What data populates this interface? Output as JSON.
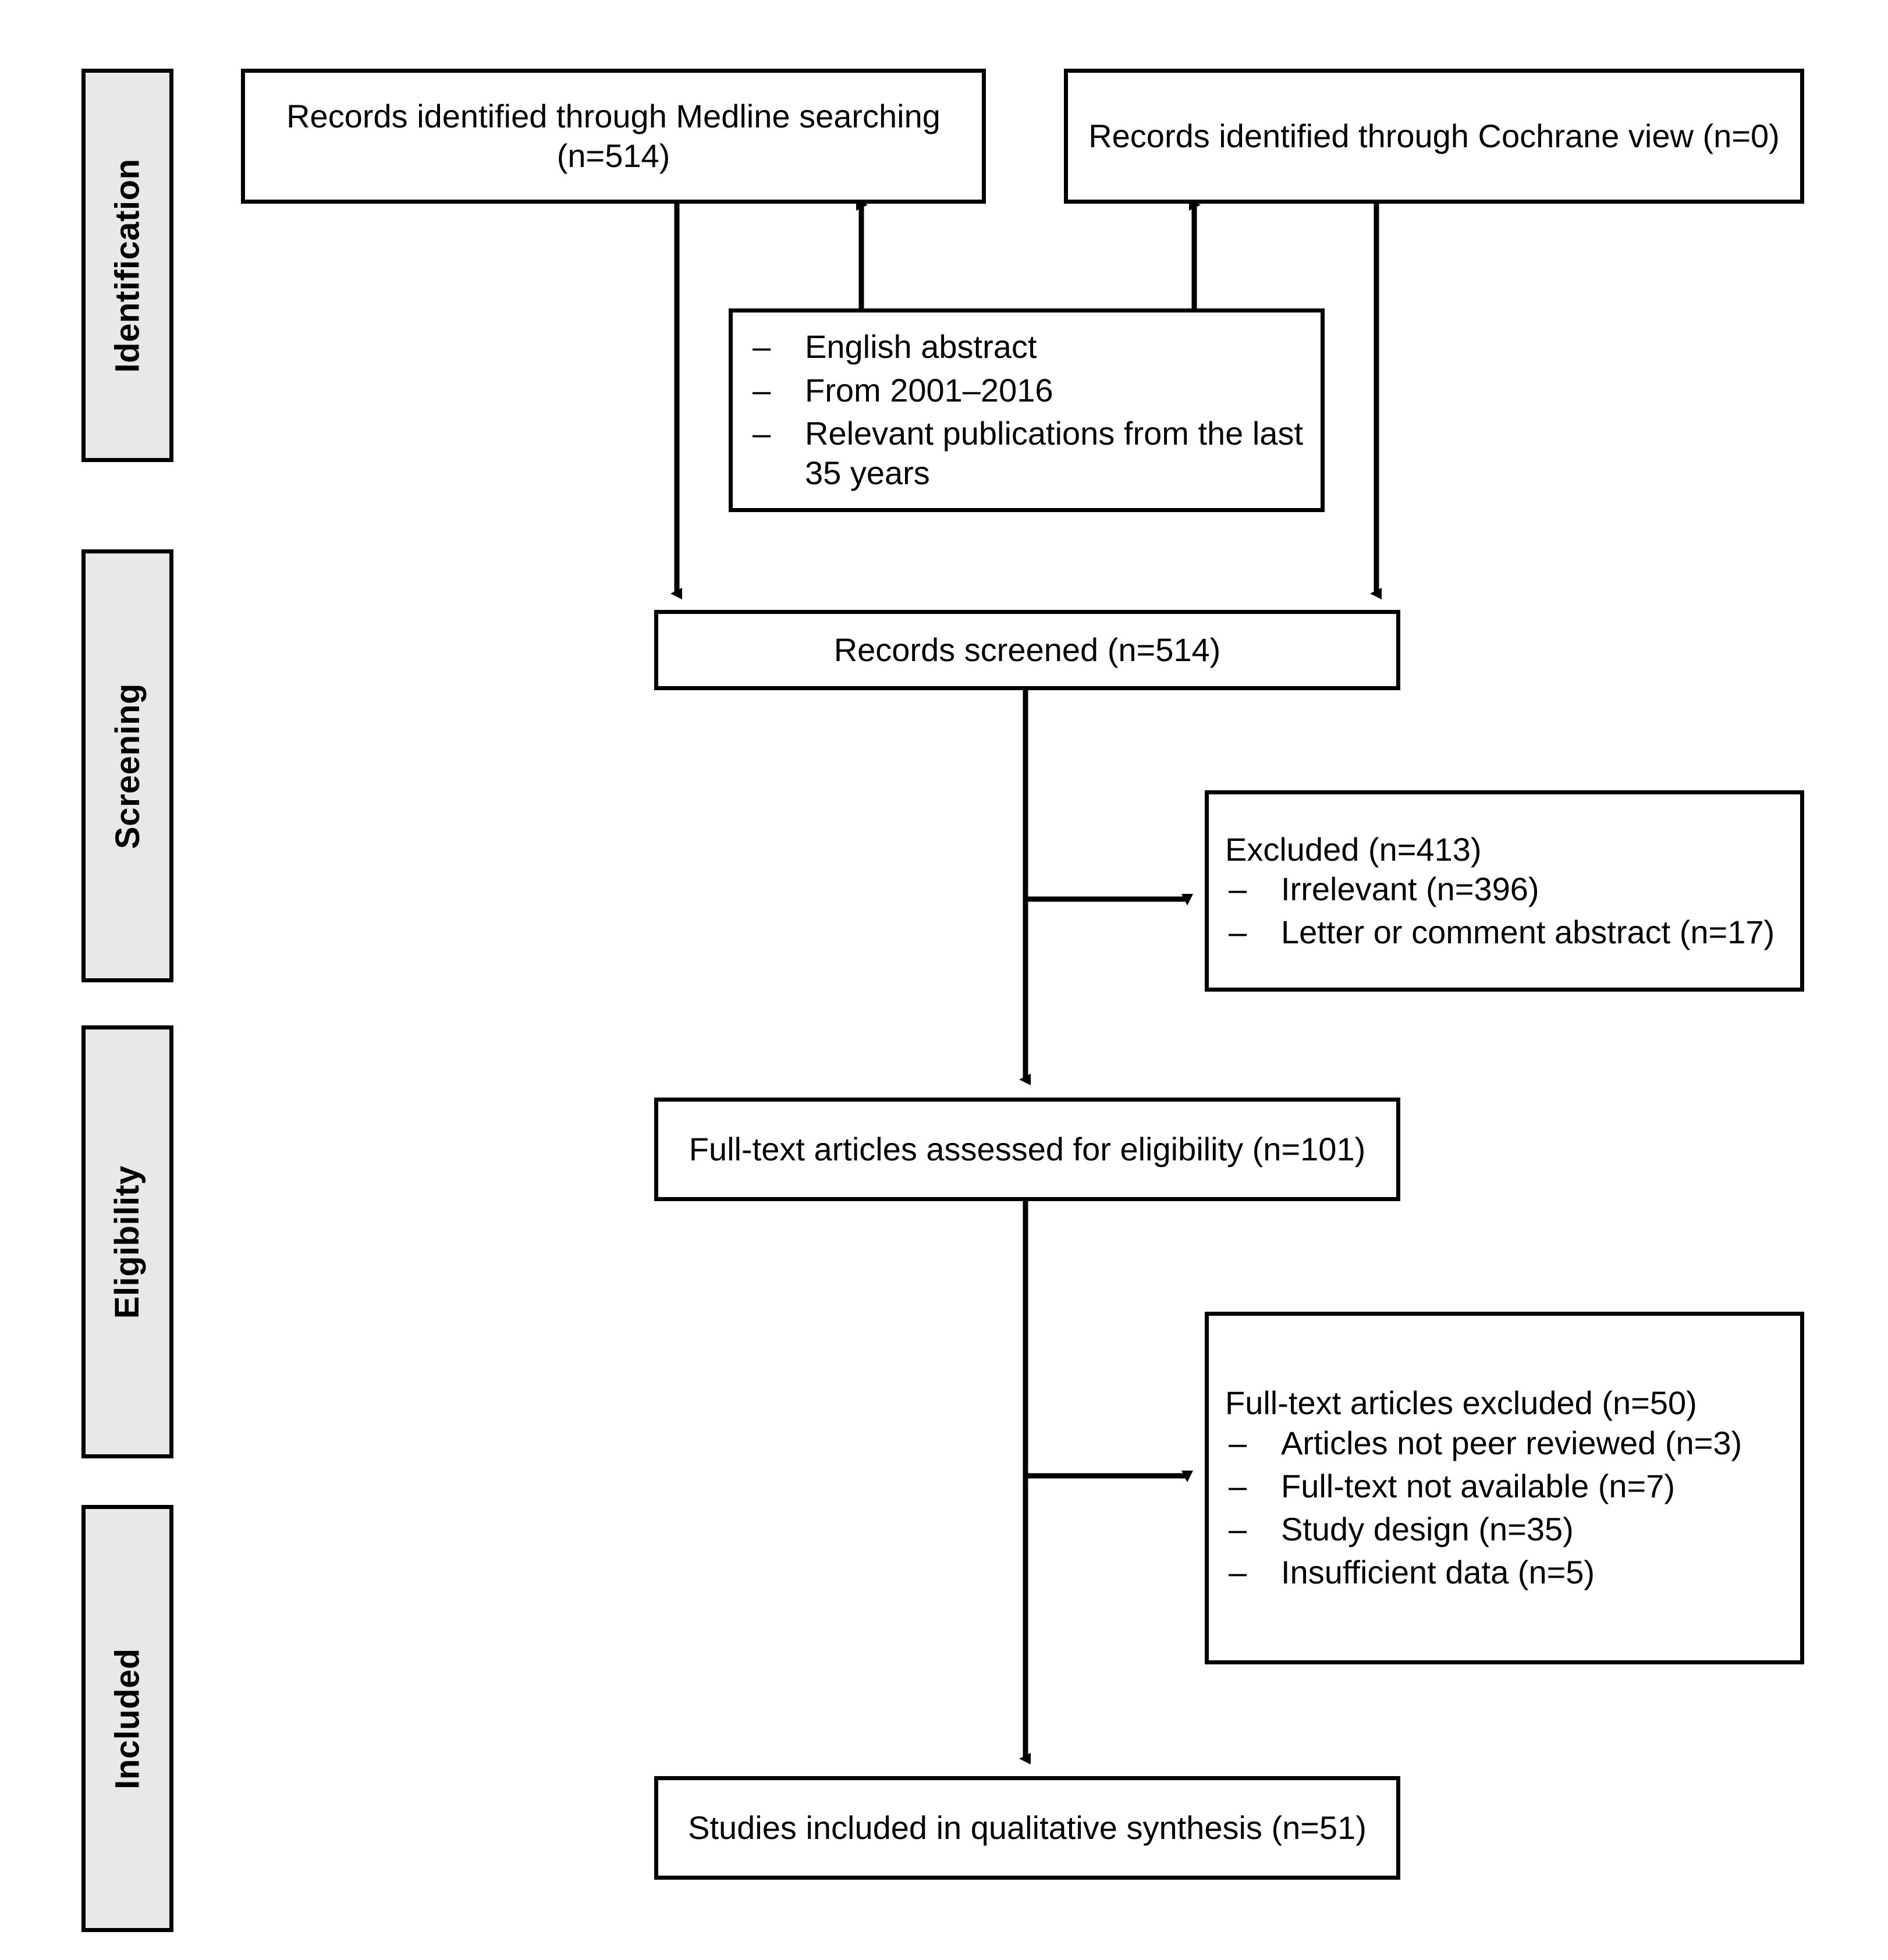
{
  "diagram": {
    "type": "prisma-flow-diagram",
    "stages": [
      {
        "id": "identification",
        "label": "Identification"
      },
      {
        "id": "screening",
        "label": "Screening"
      },
      {
        "id": "eligibility",
        "label": "Eligibility"
      },
      {
        "id": "included",
        "label": "Included"
      }
    ],
    "boxes": {
      "medline": {
        "text": "Records identified through Medline searching (n=514)"
      },
      "cochrane": {
        "text": "Records identified through Cochrane view (n=0)"
      },
      "criteria": {
        "items": [
          "English abstract",
          "From 2001–2016",
          "Relevant publications from the last 35 years"
        ],
        "dash": "–"
      },
      "screened": {
        "text": "Records screened (n=514)"
      },
      "excluded_screening": {
        "head": "Excluded (n=413)",
        "dash": "–",
        "items": [
          "Irrelevant (n=396)",
          "Letter or comment abstract (n=17)"
        ]
      },
      "fulltext_assessed": {
        "text": "Full-text articles assessed for eligibility (n=101)"
      },
      "excluded_fulltext": {
        "head": "Full-text articles excluded (n=50)",
        "dash": "–",
        "items": [
          "Articles not peer reviewed (n=3)",
          "Full-text not available (n=7)",
          "Study design (n=35)",
          "Insufficient data (n=5)"
        ]
      },
      "included_studies": {
        "text": "Studies included in qualitative synthesis (n=51)"
      }
    },
    "counts": {
      "medline_records": 514,
      "cochrane_records": 0,
      "records_screened": 514,
      "excluded_total": 413,
      "excluded_irrelevant": 396,
      "excluded_letter_comment": 17,
      "fulltext_assessed": 101,
      "fulltext_excluded_total": 50,
      "fulltext_not_peer_reviewed": 3,
      "fulltext_not_available": 7,
      "fulltext_study_design": 35,
      "fulltext_insufficient_data": 5,
      "studies_included": 51
    },
    "colors": {
      "stroke": "#000000",
      "box_fill": "#ffffff",
      "stage_fill": "#e8e8e8",
      "text": "#000000"
    }
  }
}
